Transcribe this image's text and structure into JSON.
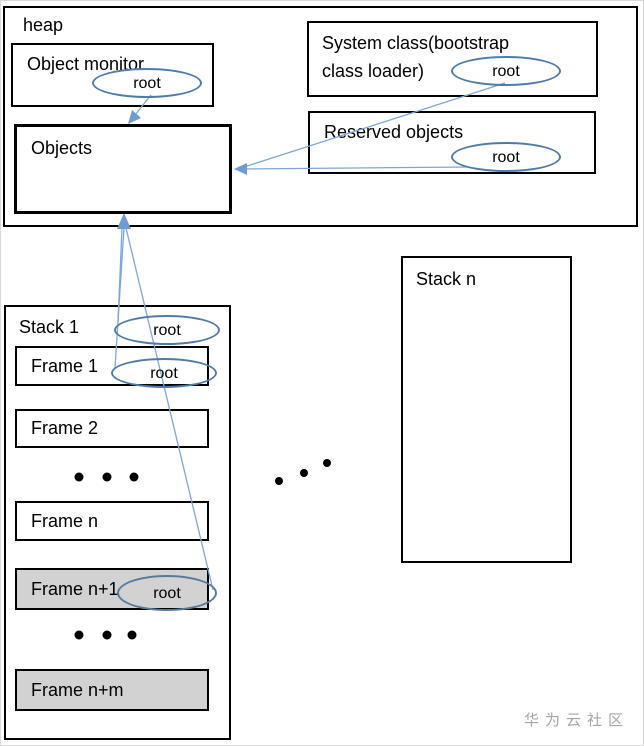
{
  "colors": {
    "ellipse_stroke": "#4f7bab",
    "connector_blue": "#7da7d9",
    "arrowhead_blue": "#6d9bd3",
    "frame_gray": "#d2d2d2",
    "watermark_gray": "#a6a6a6",
    "border_black": "#000000"
  },
  "heap": {
    "label": "heap",
    "object_monitor_label": "Object monitor",
    "objects_label": "Objects",
    "system_class_label": "System class(bootstrap class loader)",
    "reserved_label": "Reserved objects"
  },
  "root_label": "root",
  "stack1": {
    "label": "Stack 1",
    "frame1": "Frame 1",
    "frame2": "Frame 2",
    "frame_n": "Frame n",
    "frame_n1": "Frame n+1",
    "frame_nm": "Frame n+m"
  },
  "stackn": {
    "label": "Stack n"
  },
  "watermark": "华为云社区"
}
